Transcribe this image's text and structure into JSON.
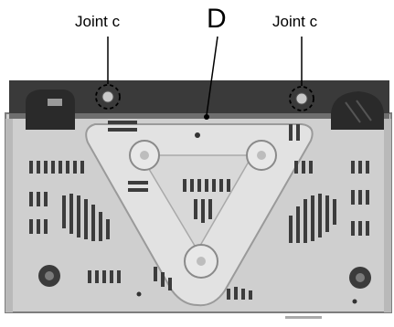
{
  "labels": {
    "joint_left": "Joint c",
    "joint_right": "Joint c",
    "part": "D"
  },
  "colors": {
    "background": "#ffffff",
    "chassis": "#d3d3d3",
    "chassis_dark": "#8f8f8f",
    "rear_bar": "#3a3a3a",
    "foot": "#2b2b2b",
    "plate": "#e4e4e4",
    "line": "#000000"
  }
}
